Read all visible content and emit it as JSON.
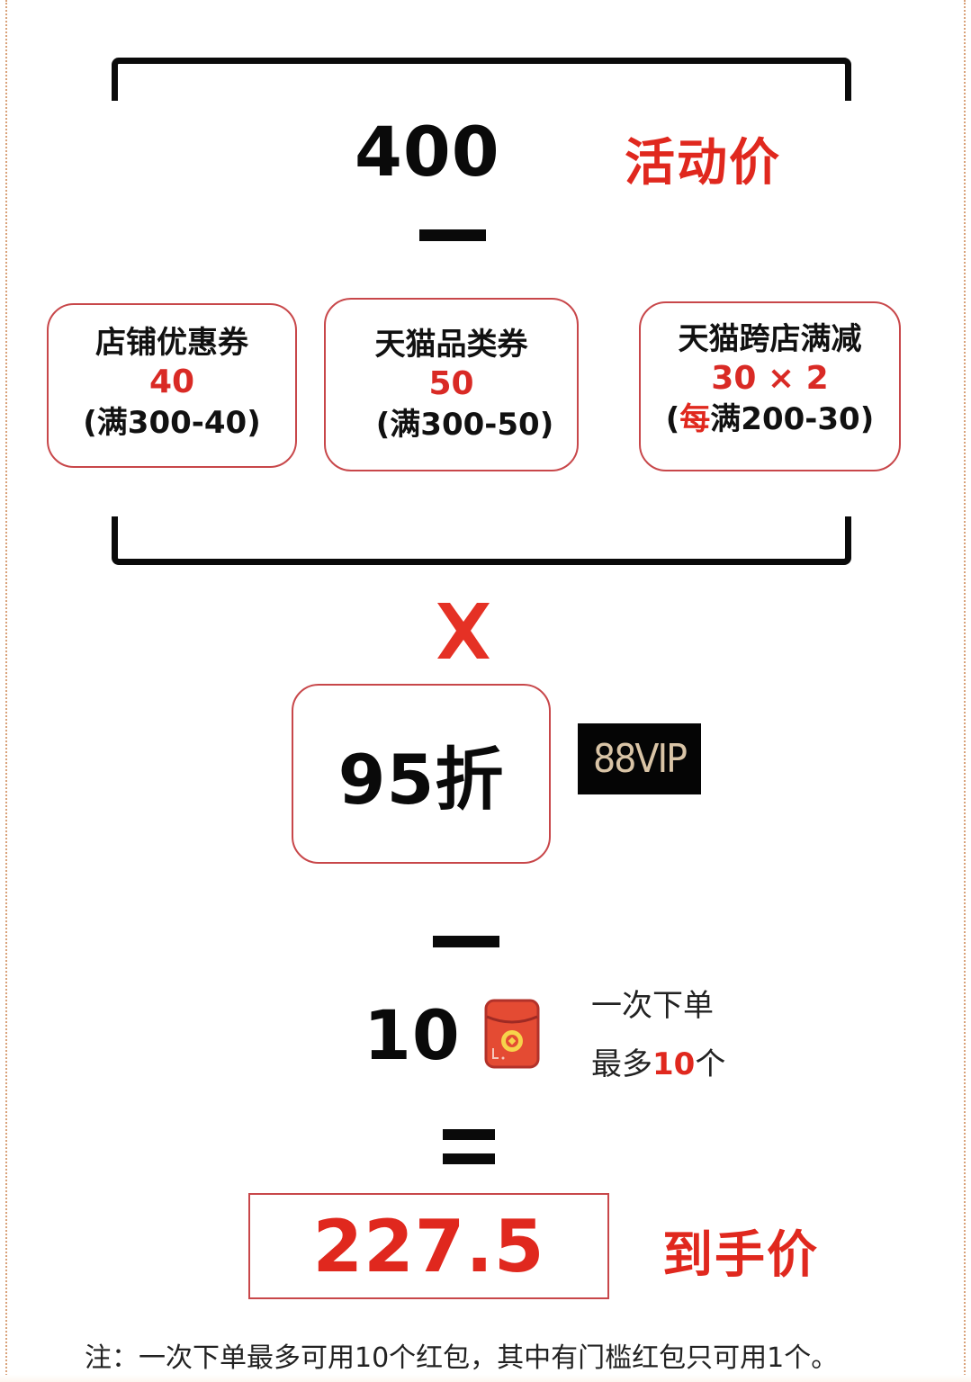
{
  "formula": {
    "activity_price": {
      "value": "400",
      "label": "活动价"
    },
    "minus_1": "—",
    "coupons": [
      {
        "title": "店铺优惠券",
        "amount": "40",
        "rule_prefix": "(",
        "rule_highlight": "",
        "rule_text": "满300-40)"
      },
      {
        "title": "天猫品类券",
        "amount": "50",
        "rule_prefix": "(",
        "rule_highlight": "",
        "rule_text": "满300-50)"
      },
      {
        "title": "天猫跨店满减",
        "amount": "30 × 2",
        "rule_prefix": "(",
        "rule_highlight": "每",
        "rule_text": "满200-30)"
      }
    ],
    "multiply_icon": "times-icon",
    "discount": {
      "value": "95折",
      "badge": "88VIP"
    },
    "minus_2": "—",
    "red_packet": {
      "value": "10",
      "icon": "red-envelope-icon",
      "note_line1": "一次下单",
      "note_line2_prefix": "最多",
      "note_line2_highlight": "10",
      "note_line2_suffix": "个"
    },
    "equals_icon": "equals-icon",
    "final_price": {
      "value": "227.5",
      "label": "到手价"
    }
  },
  "footnote": "注：一次下单最多可用10个红包，其中有门槛红包只可用1个。",
  "colors": {
    "accent_red": "#e0281e",
    "card_border": "#c8474a",
    "text": "#111111",
    "vip_gold": "#d9c4a6",
    "vip_bg": "#050505"
  }
}
